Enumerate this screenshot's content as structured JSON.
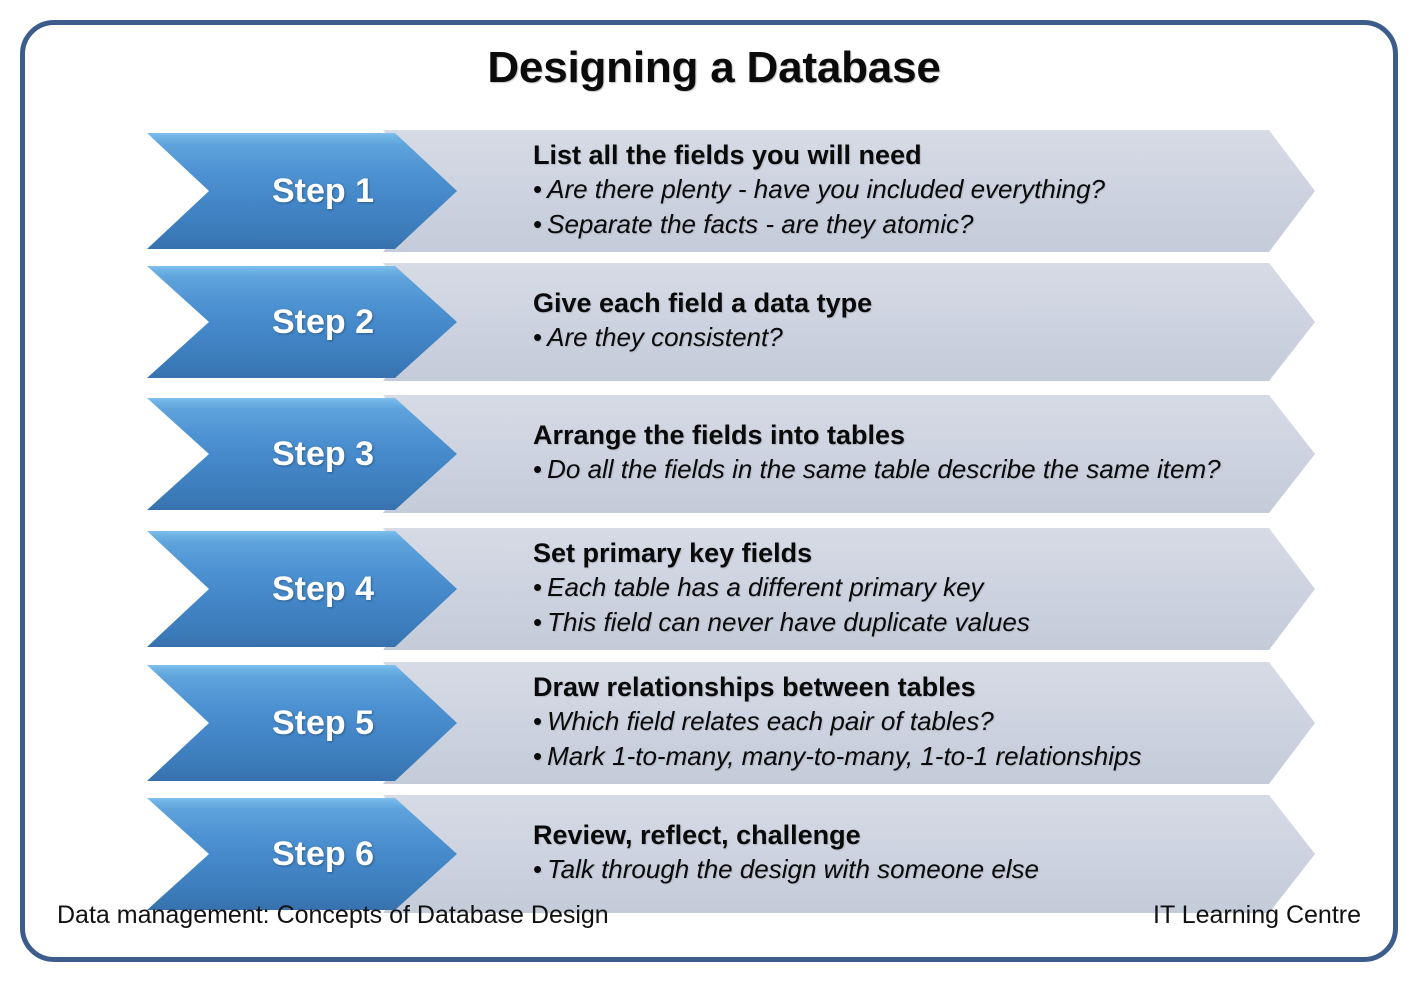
{
  "slide": {
    "title": "Designing a Database",
    "border_color": "#3c5d8c",
    "accent_color": "#4285c6",
    "banner_color": "#cdd3e0"
  },
  "steps": [
    {
      "label": "Step 1",
      "heading": "List all the fields you will need",
      "bullets": [
        "Are there plenty - have you included everything?",
        "Separate the facts - are they atomic?"
      ]
    },
    {
      "label": "Step 2",
      "heading": "Give each field a data type",
      "bullets": [
        "Are they consistent?"
      ]
    },
    {
      "label": "Step 3",
      "heading": "Arrange the fields into tables",
      "bullets": [
        "Do all the fields in the same table describe the same item?"
      ]
    },
    {
      "label": "Step 4",
      "heading": "Set primary key fields",
      "bullets": [
        "Each table has a different primary key",
        "This field can never have duplicate values"
      ]
    },
    {
      "label": "Step 5",
      "heading": "Draw relationships between tables",
      "bullets": [
        "Which field relates each pair of tables?",
        "Mark 1-to-many, many-to-many, 1-to-1 relationships"
      ]
    },
    {
      "label": "Step 6",
      "heading": "Review, reflect, challenge",
      "bullets": [
        "Talk through the design with someone else"
      ]
    }
  ],
  "footer": {
    "left": "Data management: Concepts of Database Design",
    "right": "IT Learning Centre"
  },
  "bullet_glyph": "•"
}
